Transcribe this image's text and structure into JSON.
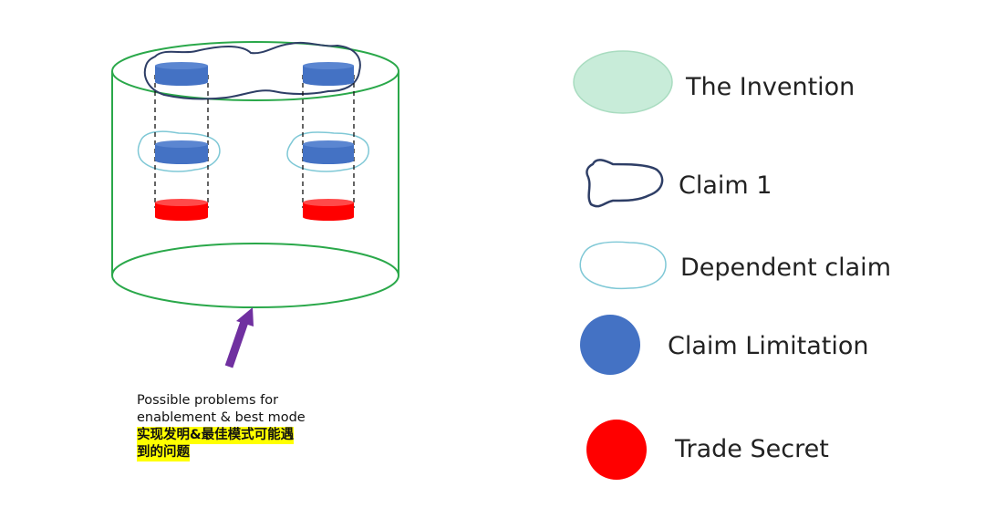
{
  "legend": [
    {
      "label": "The Invention",
      "icon": "invention-ellipse-icon",
      "color": "#c8ecd9"
    },
    {
      "label": "Claim 1",
      "icon": "claim-1-outline-icon",
      "color": "#2e3e66"
    },
    {
      "label": "Dependent claim",
      "icon": "dependent-claim-outline-icon",
      "color": "#7fc8d6"
    },
    {
      "label": "Claim Limitation",
      "icon": "claim-limitation-circle-icon",
      "color": "#4472c4"
    },
    {
      "label": "Trade Secret",
      "icon": "trade-secret-circle-icon",
      "color": "#ff0000"
    }
  ],
  "caption": {
    "line1": "Possible problems for",
    "line2": "enablement & best mode",
    "highlight_line1": "实现发明&最佳模式可能遇",
    "highlight_line2": "到的问题",
    "highlight_color": "#ffff00"
  },
  "colors": {
    "cylinder": "#2aa84a",
    "claim_1_outline": "#2e3e66",
    "dependent_outline": "#7fc8d6",
    "limitation": "#4472c4",
    "trade_secret": "#ff0000",
    "arrow": "#7030a0"
  }
}
